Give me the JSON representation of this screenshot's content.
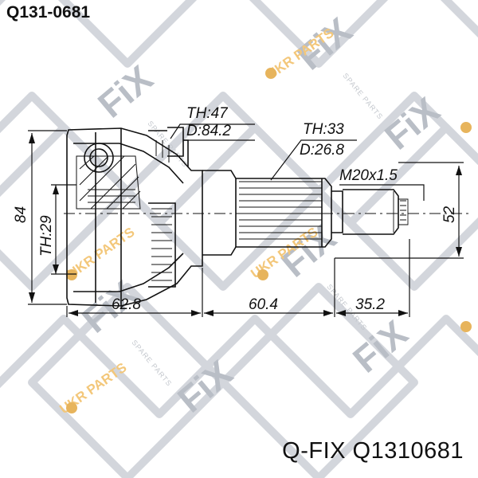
{
  "header": {
    "part_number": "Q131-0681"
  },
  "footer": {
    "brand": "Q-FIX",
    "code": "Q1310681",
    "caption": "Q-FIX Q1310681"
  },
  "watermark": {
    "brand": "FiX",
    "tagline": "SPARE PARTS",
    "partner": "UKR PARTS"
  },
  "dimensions": {
    "outer_teeth": "TH:47",
    "outer_diameter": "D:84.2",
    "shaft_teeth": "TH:33",
    "shaft_diameter": "D:26.8",
    "thread": "M20x1.5",
    "height": "84",
    "inner_teeth": "TH:29",
    "right_diameter": "52",
    "length_body": "62.8",
    "length_shaft": "60.4",
    "length_thread": "35.2"
  },
  "colors": {
    "line": "#111111",
    "watermark_line": "#c9cdd4",
    "watermark_logo": "#aeb4bd",
    "accent": "#f0a02a"
  }
}
